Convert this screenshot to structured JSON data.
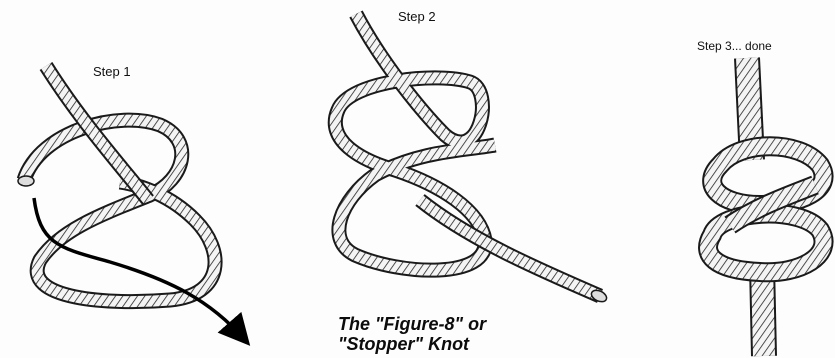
{
  "steps": [
    {
      "label": "Step 1"
    },
    {
      "label": "Step 2"
    },
    {
      "label": "Step 3... done"
    }
  ],
  "caption": {
    "line1": "The \"Figure-8\" or",
    "line2": "\"Stopper\" Knot"
  },
  "colors": {
    "rope_outline": "#1a1a1a",
    "rope_fill": "#f4f4f4",
    "rope_hatch": "#262626",
    "paper": "#fdfdfd"
  },
  "icons": [
    "rope-drawing",
    "arrow-icon"
  ]
}
